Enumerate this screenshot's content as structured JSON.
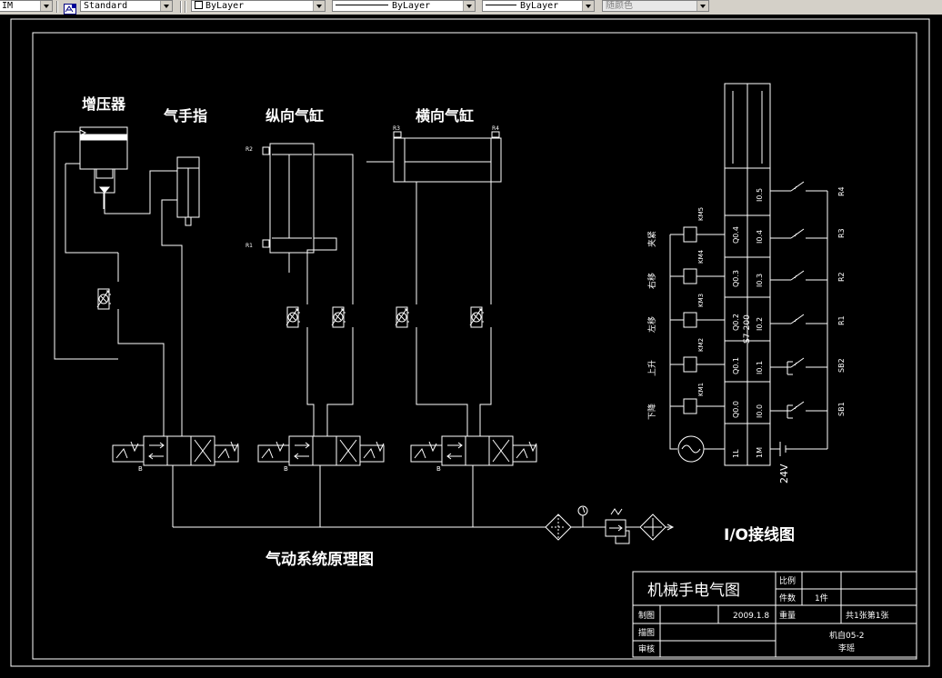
{
  "toolbar": {
    "dim_style": "IM",
    "text_style": "Standard",
    "layer_color": "ByLayer",
    "layer_linetype": "ByLayer",
    "layer_lineweight": "ByLayer",
    "plot_color": "随颜色"
  },
  "pneumatic": {
    "intensifier_label": "增压器",
    "gripper_label": "气手指",
    "vertical_cyl_label": "纵向气缸",
    "horizontal_cyl_label": "横向气缸",
    "sensor_r3": "R3",
    "sensor_r4": "R4",
    "sensor_r2": "R2",
    "sensor_r1": "R1",
    "valve_marker": "B",
    "caption": "气动系统原理图"
  },
  "io": {
    "plc_model": "S7-200",
    "outputs": [
      "Q0.4",
      "Q0.3",
      "Q0.2",
      "Q0.1",
      "Q0.0",
      "1L"
    ],
    "inputs": [
      "I0.5",
      "I0.4",
      "I0.3",
      "I0.2",
      "I0.1",
      "I0.0",
      "1M"
    ],
    "relays": [
      "KM5",
      "KM4",
      "KM3",
      "KM2",
      "KM1"
    ],
    "actions": [
      "夹紧",
      "右移",
      "左移",
      "上升",
      "下降"
    ],
    "switches": [
      "R4",
      "R3",
      "R2",
      "R1",
      "SB2",
      "SB1"
    ],
    "voltage": "24V",
    "caption": "I/O接线图"
  },
  "title_block": {
    "title": "机械手电气图",
    "scale_label": "比例",
    "qty_label": "件数",
    "qty_value": "1件",
    "weight_label": "重量",
    "sheet_info": "共1张第1张",
    "drawn_label": "制图",
    "drawn_date": "2009.1.8",
    "drafted_label": "描图",
    "checked_label": "审核",
    "drawing_no": "机自05-2",
    "author": "李瑶"
  }
}
